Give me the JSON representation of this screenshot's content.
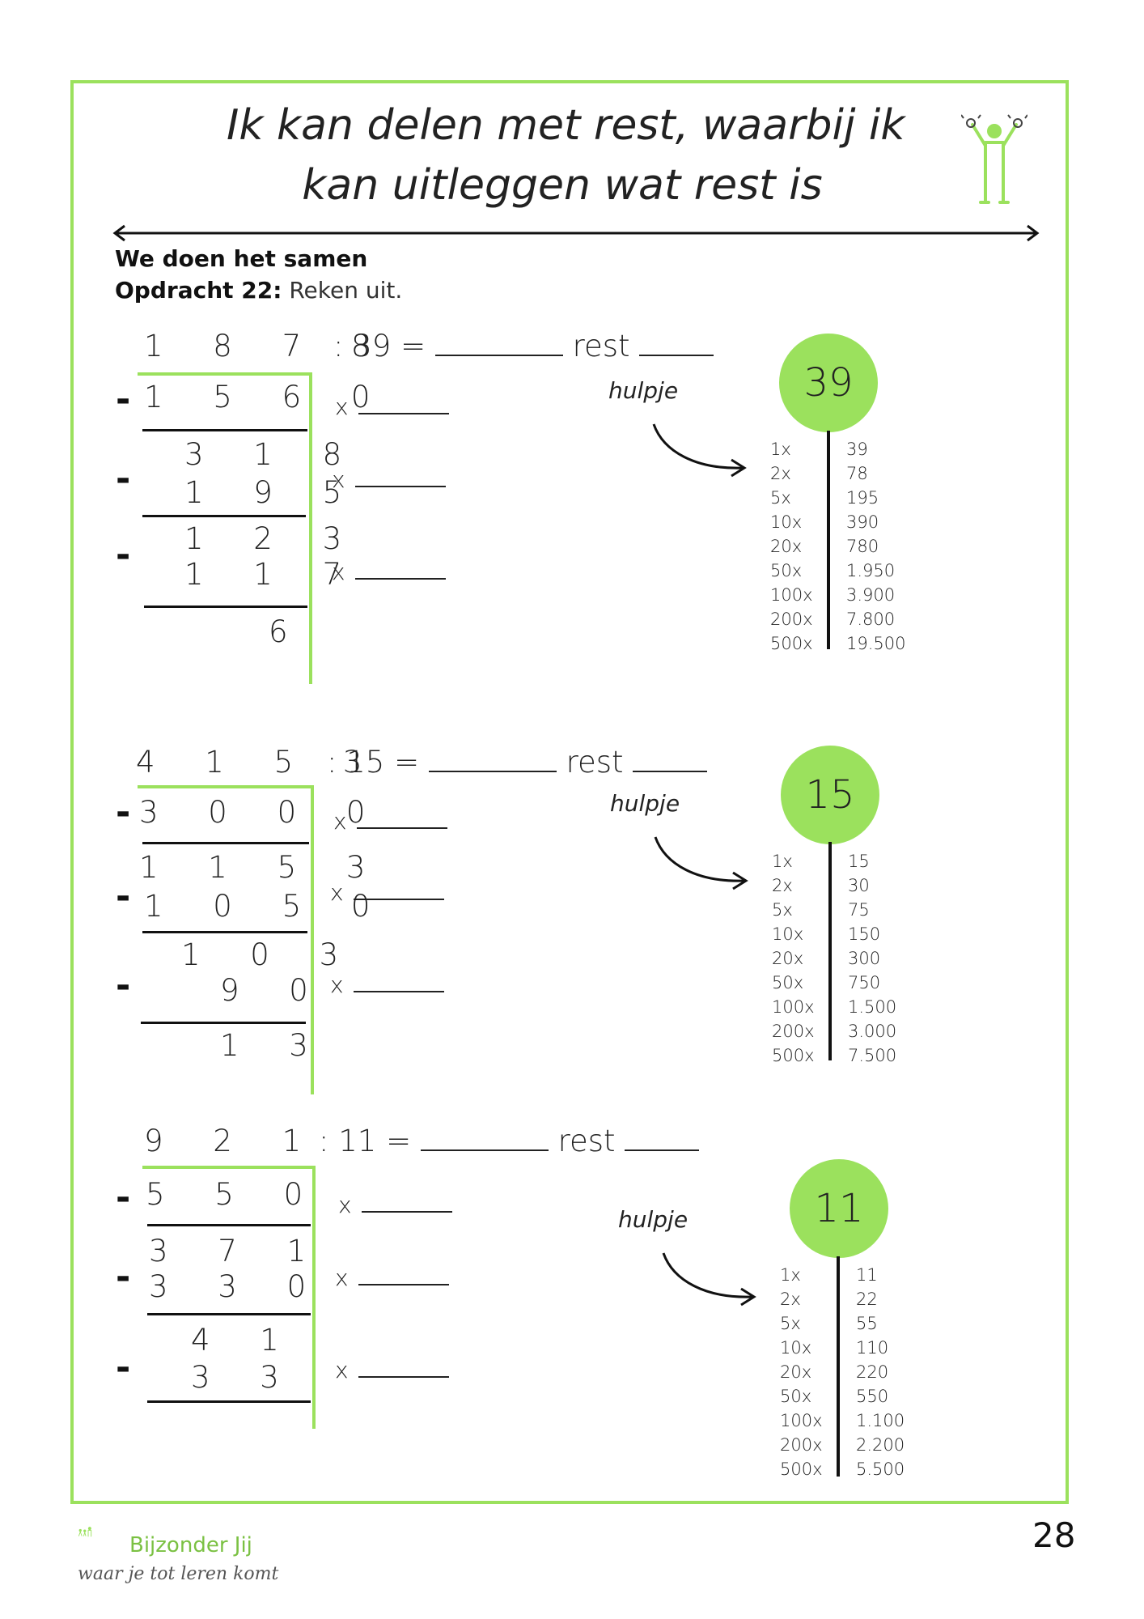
{
  "title_lines": [
    "Ik kan delen met rest, waarbij ik",
    "kan uitleggen wat rest is"
  ],
  "section": "We doen het samen",
  "assignment_label": "Opdracht 22:",
  "assignment_text": "Reken uit.",
  "colors": {
    "accent": "#9be15d",
    "text": "#1a1a1a"
  },
  "problems": [
    {
      "dividend": "1 8 7 8",
      "equation_text": ": 39 =",
      "rest_label": "rest",
      "rows": [
        "1 5 6 0",
        "3 1 8",
        "1 9 5",
        "1 2 3",
        "1 1 7",
        "6"
      ],
      "x_labels": [
        "x",
        "x",
        "x"
      ],
      "hint_label": "hulpje",
      "divisor": "39",
      "multipliers": [
        "1x",
        "2x",
        "5x",
        "10x",
        "20x",
        "50x",
        "100x",
        "200x",
        "500x"
      ],
      "products": [
        "39",
        "78",
        "195",
        "390",
        "780",
        "1.950",
        "3.900",
        "7.800",
        "19.500"
      ]
    },
    {
      "dividend": "4 1 5 3",
      "equation_text": ": 15 =",
      "rest_label": "rest",
      "rows": [
        "3 0 0 0",
        "1 1 5 3",
        "1 0 5 0",
        "1 0 3",
        "9 0",
        "1 3"
      ],
      "x_labels": [
        "x",
        "x",
        "x"
      ],
      "hint_label": "hulpje",
      "divisor": "15",
      "multipliers": [
        "1x",
        "2x",
        "5x",
        "10x",
        "20x",
        "50x",
        "100x",
        "200x",
        "500x"
      ],
      "products": [
        "15",
        "30",
        "75",
        "150",
        "300",
        "750",
        "1.500",
        "3.000",
        "7.500"
      ]
    },
    {
      "dividend": "9 2 1",
      "equation_text": ": 11 =",
      "rest_label": "rest",
      "rows": [
        "5 5 0",
        "3 7 1",
        "3 3 0",
        "4 1",
        "3 3"
      ],
      "x_labels": [
        "x",
        "x",
        "x"
      ],
      "hint_label": "hulpje",
      "divisor": "11",
      "multipliers": [
        "1x",
        "2x",
        "5x",
        "10x",
        "20x",
        "50x",
        "100x",
        "200x",
        "500x"
      ],
      "products": [
        "11",
        "22",
        "55",
        "110",
        "220",
        "550",
        "1.100",
        "2.200",
        "5.500"
      ]
    }
  ],
  "page_number": "28",
  "logo": {
    "name": "Bijzonder Jij",
    "tagline": "waar je tot leren komt"
  }
}
